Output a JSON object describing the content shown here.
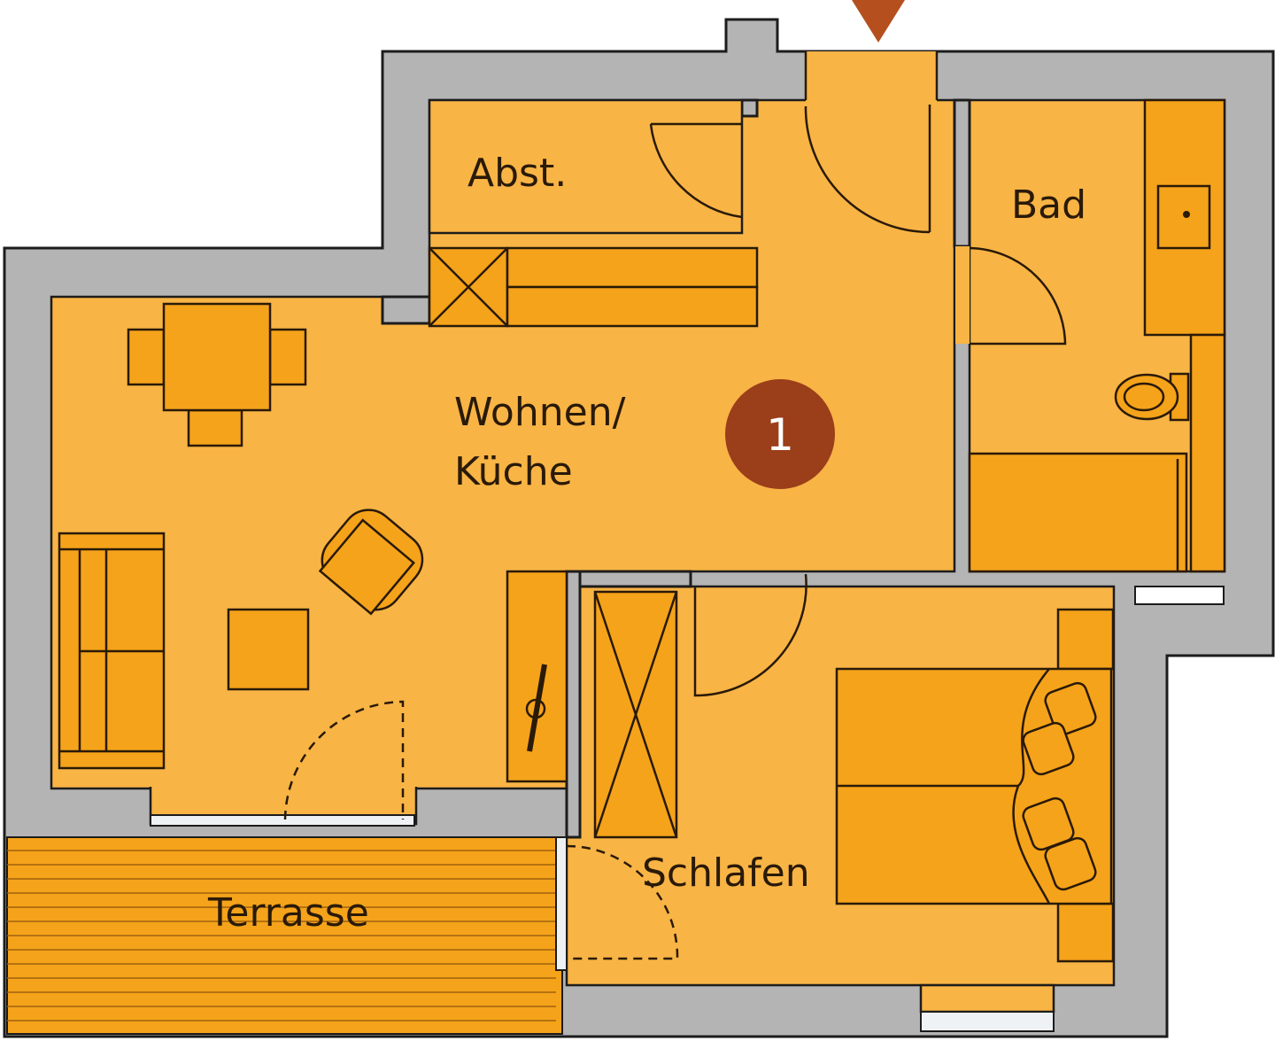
{
  "rooms": {
    "storage": "Abst.",
    "bath": "Bad",
    "living_line1": "Wohnen/",
    "living_line2": "Küche",
    "bedroom": "Schlafen",
    "terrace": "Terrasse"
  },
  "unit_badge": "1",
  "colors": {
    "floor": "#f8b445",
    "furniture": "#f5a31a",
    "wall": "#b4b4b4",
    "badge": "#9b3e1a",
    "entrance_arrow": "#b5501e"
  }
}
